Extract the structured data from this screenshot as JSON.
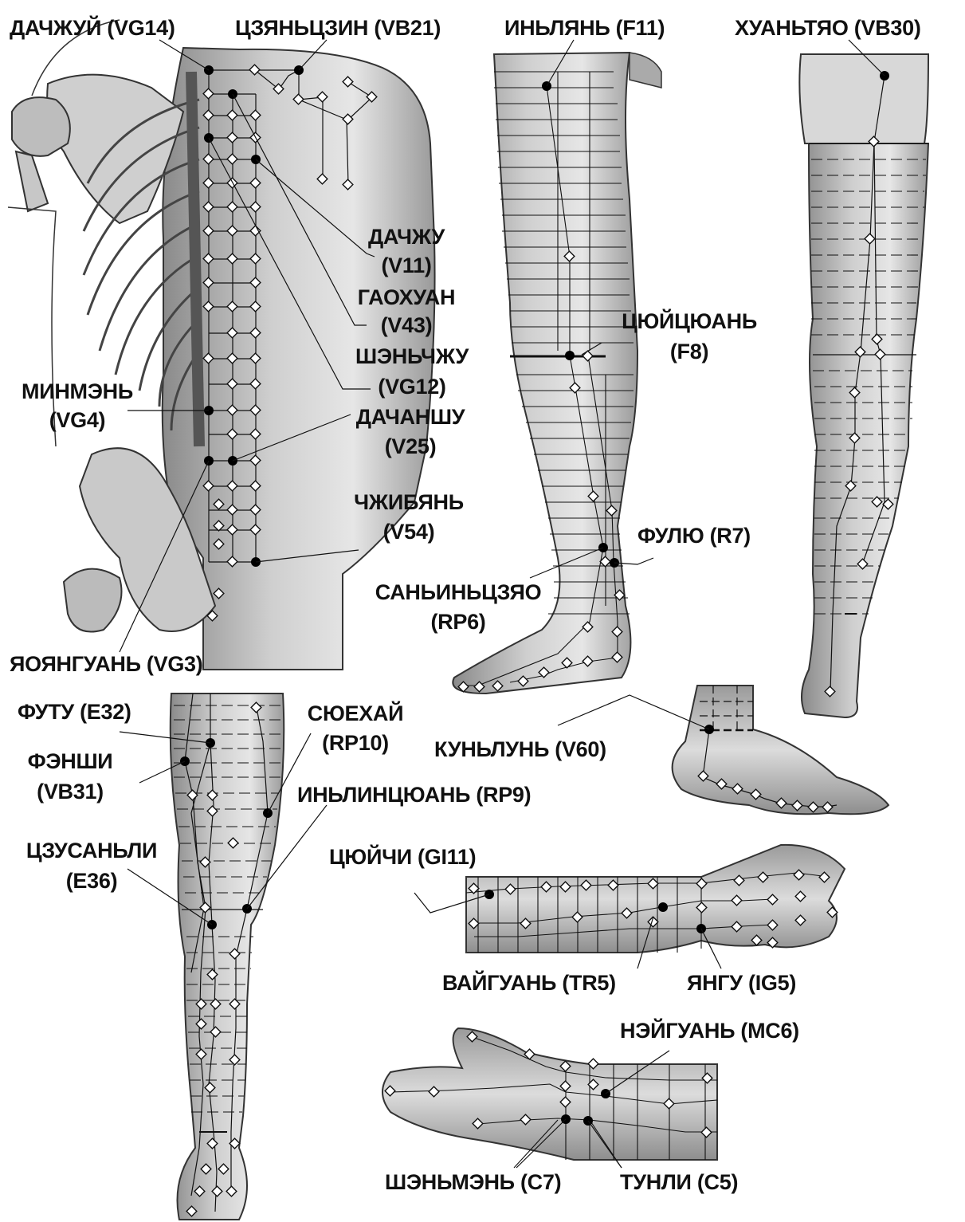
{
  "labels": {
    "dazhui": "ДАЧЖУЙ (VG14)",
    "jianjing": "ЦЗЯНЬЦЗИН (VB21)",
    "yinlian": "ИНЬЛЯНЬ (F11)",
    "huantiao": "ХУАНЬТЯО (VB30)",
    "dazhu_1": "ДАЧЖУ",
    "dazhu_2": "(V11)",
    "gaohuang_1": "ГАОХУАН",
    "gaohuang_2": "(V43)",
    "shenzhu_1": "ШЭНЬЧЖУ",
    "shenzhu_2": "(VG12)",
    "mingmen_1": "МИНМЭНЬ",
    "mingmen_2": "(VG4)",
    "dachangshu_1": "ДАЧАНШУ",
    "dachangshu_2": "(V25)",
    "zhibian_1": "ЧЖИБЯНЬ",
    "zhibian_2": "(V54)",
    "ququan_1": "ЦЮЙЦЮАНЬ",
    "ququan_2": "(F8)",
    "fuliu": "ФУЛЮ (R7)",
    "sanyinjiao_1": "САНЬИНЬЦЗЯО",
    "sanyinjiao_2": "(RP6)",
    "yaoyangguan": "ЯОЯНГУАНЬ (VG3)",
    "futu": "ФУТУ (E32)",
    "fengshi_1": "ФЭНШИ",
    "fengshi_2": "(VB31)",
    "xuehai_1": "СЮЕХАЙ",
    "xuehai_2": "(RP10)",
    "kunlun": "КУНЬЛУНЬ (V60)",
    "yinlingquan": "ИНЬЛИНЦЮАНЬ (RP9)",
    "zusanli_1": "ЦЗУСАНЬЛИ",
    "zusanli_2": "(E36)",
    "quchi": "ЦЮЙЧИ (GI11)",
    "waiguan": "ВАЙГУАНЬ (TR5)",
    "yanggu": "ЯНГУ (IG5)",
    "neiguan": "НЭЙГУАНЬ (MC6)",
    "shenmen": "ШЭНЬМЭНЬ (C7)",
    "tongli": "ТУНЛИ (C5)"
  }
}
